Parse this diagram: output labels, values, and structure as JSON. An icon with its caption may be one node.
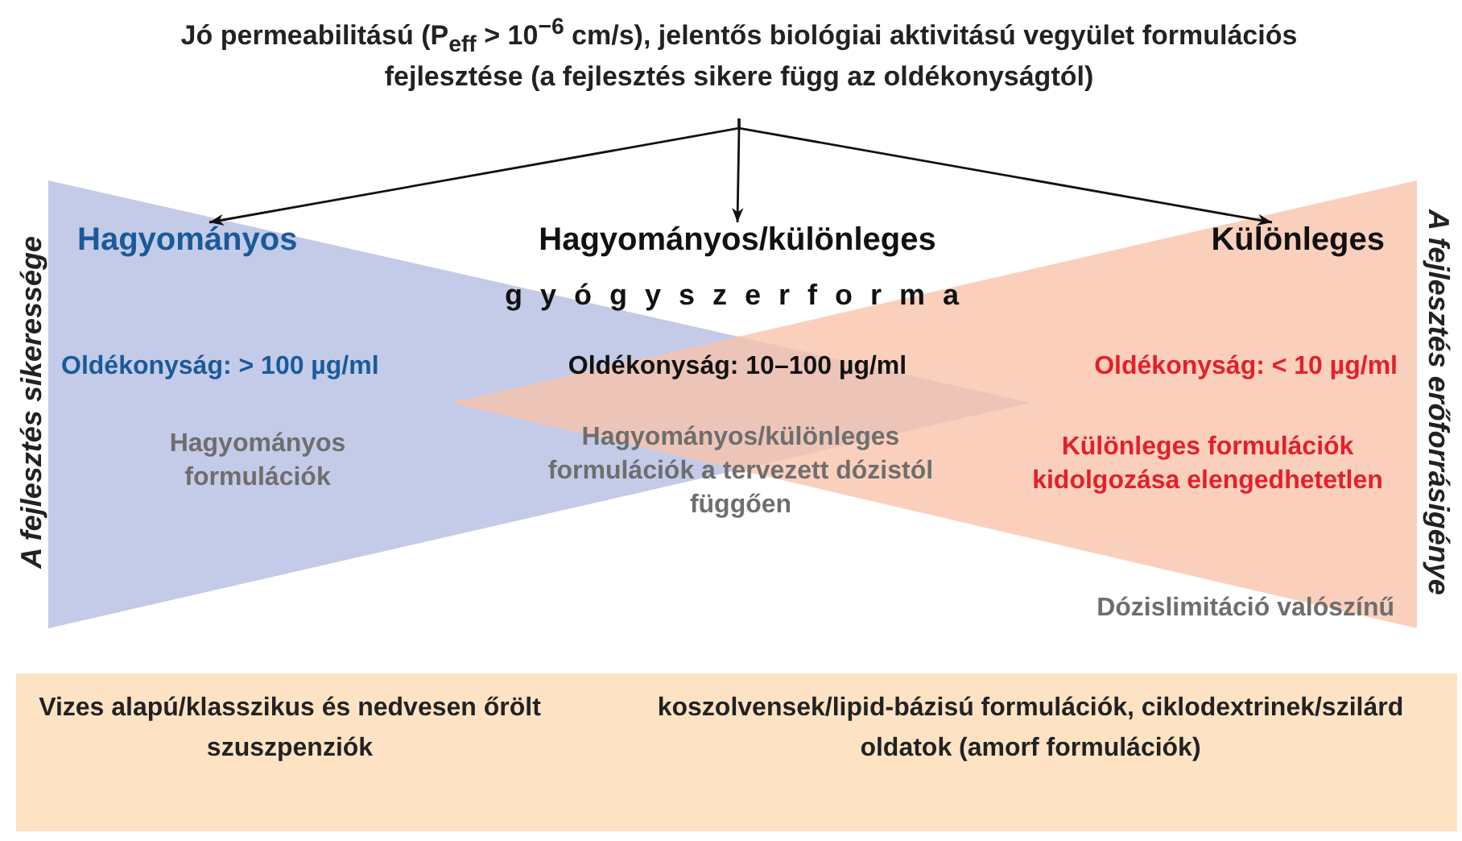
{
  "diagram": {
    "nodes": [
      {
        "text": [
          "Jó permeabilitású (P$_{eff}$ > 10$^{−6}$ cm/s), jelentős biológiai aktivitású vegyület formulációs fejlesztése (a fejlesztés sikere függ az oldékonyságtól)"
        ]
      },
      {
        "text": [
          "Hagyományos"
        ]
      },
      {
        "text": [
          "Hagyományos/különleges"
        ]
      },
      {
        "text": [
          "Különleges"
        ]
      }
    ],
    "edges": [
      {
        "from": 0,
        "to": 1,
        "arrow": "to"
      },
      {
        "from": 0,
        "to": 2,
        "arrow": "to"
      },
      {
        "from": 0,
        "to": 3,
        "arrow": "to"
      }
    ],
    "labels": [
      "A fejlesztés sikeressége",
      "A fejlesztés erőforrásigénye",
      "gyógyszerforma",
      "Oldékonyság: > 100 µg/ml",
      "Oldékonyság: 10–100 µg/ml",
      "Oldékonyság: < 10 µg/ml",
      "Hagyományos formulációk",
      "Hagyományos/különleges formulációk a tervezett dózistól függően",
      "Különleges formulációk kidolgozása elengedhetetlen",
      "Dózislimitáció valószínű",
      "Vizes alapú/klasszikus és nedvesen őrölt szuszpenziók",
      "koszolvensek/lipid-bázisú formulációk, ciklodextrinek/szilárd oldatok (amorf formulációk)"
    ]
  }
}
